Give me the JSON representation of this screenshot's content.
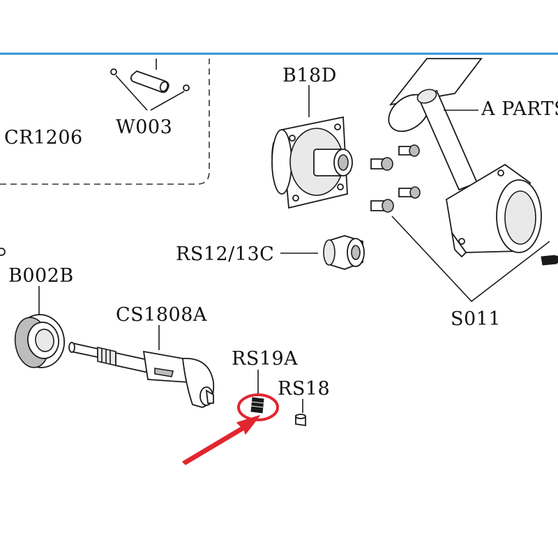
{
  "accents": {
    "top_rule": "#2f8fd6",
    "highlight": "#e2262f"
  },
  "labels": {
    "cr1206": "CR1206",
    "w003": "W003",
    "b18d": "B18D",
    "a_parts": "A PARTS",
    "rs12_13c": "RS12/13C",
    "s011": "S011",
    "b002b": "B002B",
    "cs1808a": "CS1808A",
    "rs19a": "RS19A",
    "rs18": "RS18"
  }
}
